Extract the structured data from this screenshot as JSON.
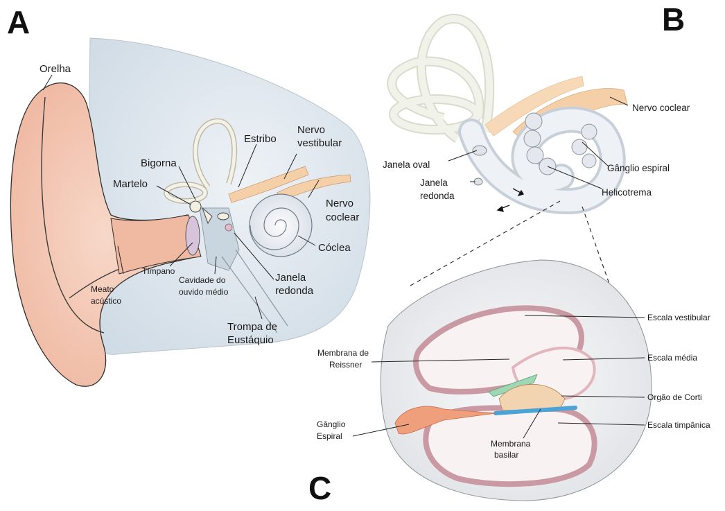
{
  "panels": {
    "a": {
      "letter": "A"
    },
    "b": {
      "letter": "B"
    },
    "c": {
      "letter": "C"
    }
  },
  "labels_a": {
    "orelha": "Orelha",
    "estribo": "Estribo",
    "nervo_vestibular_1": "Nervo",
    "nervo_vestibular_2": "vestibular",
    "bigorna": "Bigorna",
    "martelo": "Martelo",
    "nervo_coclear_1": "Nervo",
    "nervo_coclear_2": "coclear",
    "coclea": "Cóclea",
    "timpano": "Tímpano",
    "meato_1": "Meato",
    "meato_2": "acústico",
    "cavidade_1": "Cavidade do",
    "cavidade_2": "ouvido médio",
    "janela_redonda_1": "Janela",
    "janela_redonda_2": "redonda",
    "trompa_1": "Trompa de",
    "trompa_2": "Eustáquio"
  },
  "labels_b": {
    "nervo_coclear": "Nervo coclear",
    "janela_oval": "Janela oval",
    "ganglio_espiral": "Gânglio espiral",
    "janela_redonda_1": "Janela",
    "janela_redonda_2": "redonda",
    "helicotrema": "Helicotrema"
  },
  "labels_c": {
    "escala_vestibular": "Escala vestibular",
    "membrana_reissner_1": "Membrana de",
    "membrana_reissner_2": "Reissner",
    "escala_media": "Escala média",
    "orgao_corti": "Orgão de Corti",
    "ganglio_1": "Gânglio",
    "ganglio_2": "Espiral",
    "escala_timpanica": "Escala timpânica",
    "membrana_basilar_1": "Membrana",
    "membrana_basilar_2": "basilar"
  },
  "colors": {
    "skin": "#f3c6b2",
    "skin_dark": "#e8a88e",
    "head_bg": "#dfe7ee",
    "bone": "#f1efe4",
    "nerve": "#f5cfa8",
    "cochlea": "#e4e8ee",
    "scala_wall": "#e9c6cc",
    "tectorial": "#9fd6b4",
    "basilar": "#4aa3d6",
    "ganglion": "#e8956f"
  }
}
